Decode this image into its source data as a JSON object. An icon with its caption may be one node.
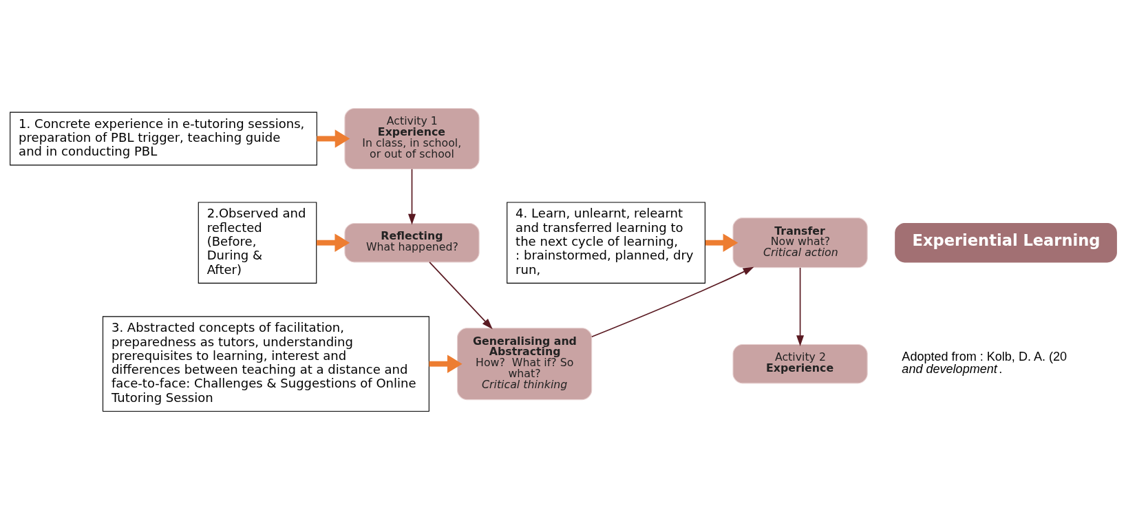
{
  "diagram": {
    "nodes": [
      {
        "text": [
          "Activity 2",
          "Experience"
        ]
      },
      {
        "text": [
          "Activity 1",
          "Experience",
          "In class, in school, or out of school"
        ]
      },
      {
        "text": [
          "1. Concrete experience in e-tutoring sessions, preparation of PBL trigger, teaching guide  and in conducting PBL"
        ]
      },
      {
        "text": [
          "Reflecting",
          "What happened?"
        ]
      },
      {
        "text": [
          "2.Observed and reflected (Before, During & After)"
        ]
      },
      {
        "text": [
          "Generalising and Abstracting",
          "How?  What if? So what?",
          "Critical thinking"
        ]
      },
      {
        "text": [
          "3. Abstracted concepts of facilitation, preparedness as tutors, understanding prerequisites to learning, interest and differences between teaching at a distance and face-to-face: Challenges & Suggestions of Online Tutoring Session"
        ]
      },
      {
        "text": [
          "Transfer",
          "Now what?",
          "Critical action"
        ]
      },
      {
        "text": [
          "4. Learn, unlearnt, relearnt and transferred learning to the next cycle of learning, : brainstormed, planned, dry run,"
        ]
      },
      {
        "text": [
          "Experiential Learning"
        ]
      }
    ],
    "edges": [
      {
        "from": 1,
        "to": 3,
        "arrow": "to"
      },
      {
        "from": 3,
        "to": 5,
        "arrow": "to"
      },
      {
        "from": 5,
        "to": 7,
        "arrow": "to"
      },
      {
        "from": 7,
        "to": 0,
        "arrow": "to"
      },
      {
        "from": 2,
        "to": 1,
        "arrow": "to",
        "style": "thick",
        "color": "#ed7d31"
      },
      {
        "from": 4,
        "to": 3,
        "arrow": "to",
        "style": "thick",
        "color": "#ed7d31"
      },
      {
        "from": 6,
        "to": 5,
        "arrow": "to",
        "style": "thick",
        "color": "#ed7d31"
      },
      {
        "from": 8,
        "to": 7,
        "arrow": "to",
        "style": "thick",
        "color": "#ed7d31"
      }
    ],
    "labels": [
      "Adopted from : Kolb, D. A. (20",
      "*and development*."
    ]
  }
}
